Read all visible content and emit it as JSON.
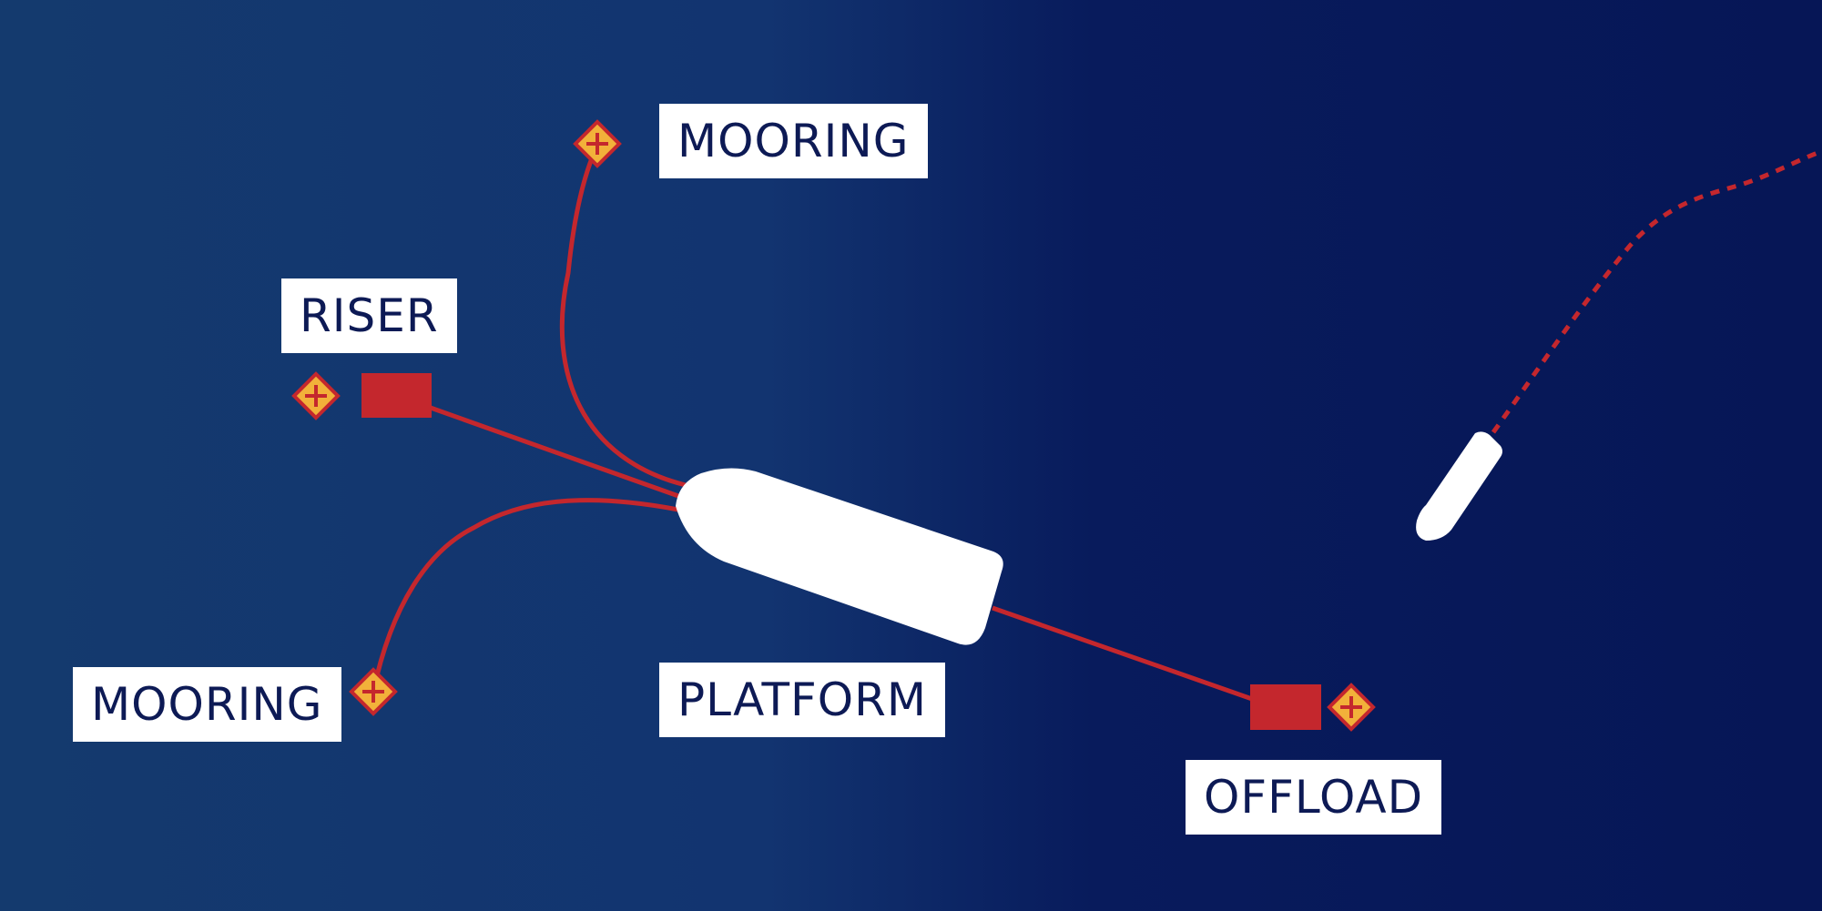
{
  "colors": {
    "background_left": "#143a6e",
    "background_right": "#061656",
    "line": "#c4272d",
    "marker_fill": "#f2b13a",
    "marker_stroke": "#c4272d",
    "vessel": "#ffffff",
    "label_bg": "#ffffff",
    "label_text": "#0d1a55"
  },
  "labels": {
    "mooring_top": "MOORING",
    "riser": "RISER",
    "mooring_left": "MOORING",
    "platform": "PLATFORM",
    "offload": "OFFLOAD"
  },
  "icons": {
    "marker": "anchor-point-marker-icon",
    "platform": "platform-vessel-icon",
    "shuttle": "shuttle-tanker-icon"
  }
}
